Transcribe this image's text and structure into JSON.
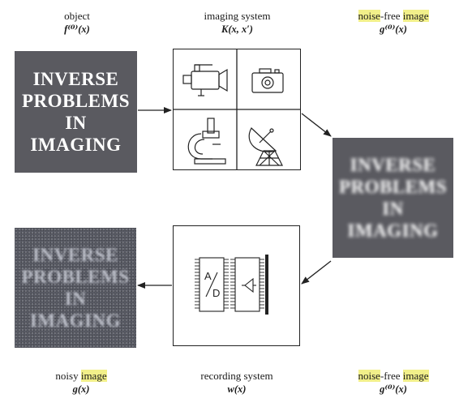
{
  "labels": {
    "object": {
      "name": "object",
      "math": "f⁽⁰⁾(x)"
    },
    "imaging_system": {
      "name": "imaging system",
      "math": "K(x, x′)"
    },
    "noise_free_top": {
      "name_part1": "noise",
      "name_sep": "-free ",
      "name_part2": "image",
      "math": "g⁽⁰⁾(x)"
    },
    "noisy_image": {
      "name_part1": "noisy ",
      "name_part2": "image",
      "math": "g(x)"
    },
    "recording_system": {
      "name": "recording system",
      "math": "w(x)"
    },
    "noise_free_bottom": {
      "name_part1": "noise",
      "name_sep": "-free ",
      "name_part2": "image",
      "math": "g⁽⁰⁾(x)"
    }
  },
  "boxes": {
    "object_text": "INVERSE\nPROBLEMS\nIN\nIMAGING",
    "noise_free_text": "INVERSE\nPROBLEMS\nIN\nIMAGING",
    "noisy_text": "INVERSE\nPROBLEMS\nIN\nIMAGING",
    "ad_label": "A/D"
  },
  "icons": [
    "video-camera-icon",
    "photo-camera-icon",
    "microscope-icon",
    "satellite-dish-icon",
    "ad-converter-icon",
    "amplifier-icon"
  ],
  "colors": {
    "highlight": "#f2f08a",
    "box_dark": "#5a5a60"
  }
}
